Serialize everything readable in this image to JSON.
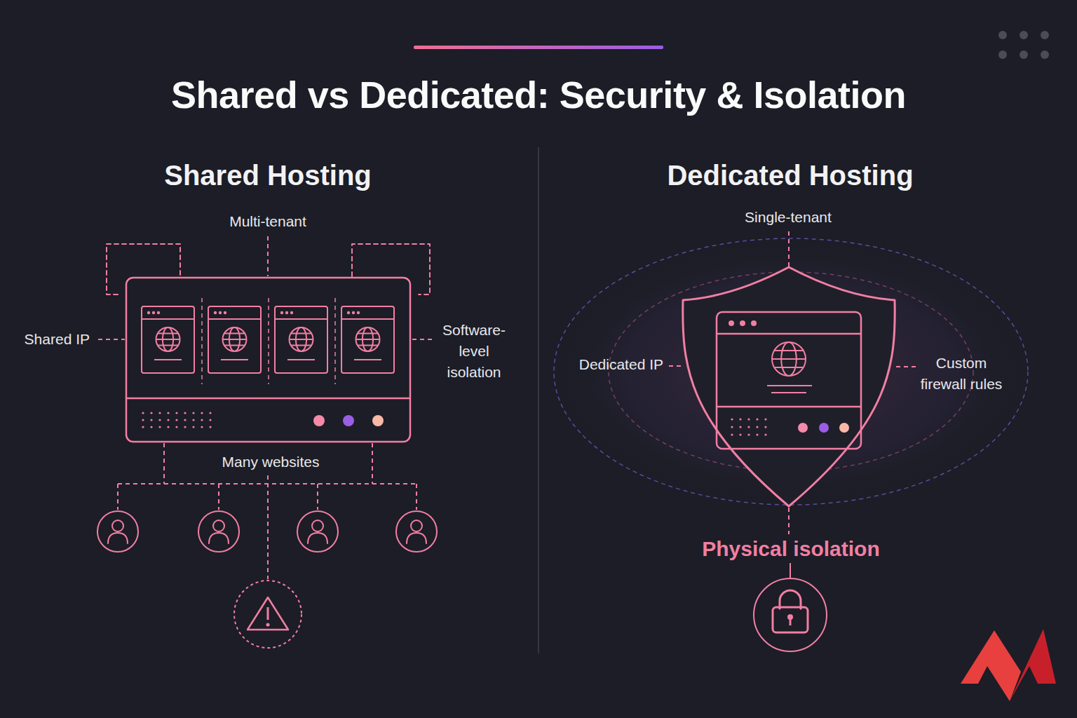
{
  "diagram": {
    "title": "Shared vs Dedicated: Security & Isolation",
    "labels": [
      "Shared Hosting",
      "Multi-tenant",
      "Shared IP",
      "Software-level isolation",
      "Many websites",
      "Dedicated Hosting",
      "Single-tenant",
      "Dedicated IP",
      "Custom firewall rules",
      "Physical isolation"
    ]
  }
}
